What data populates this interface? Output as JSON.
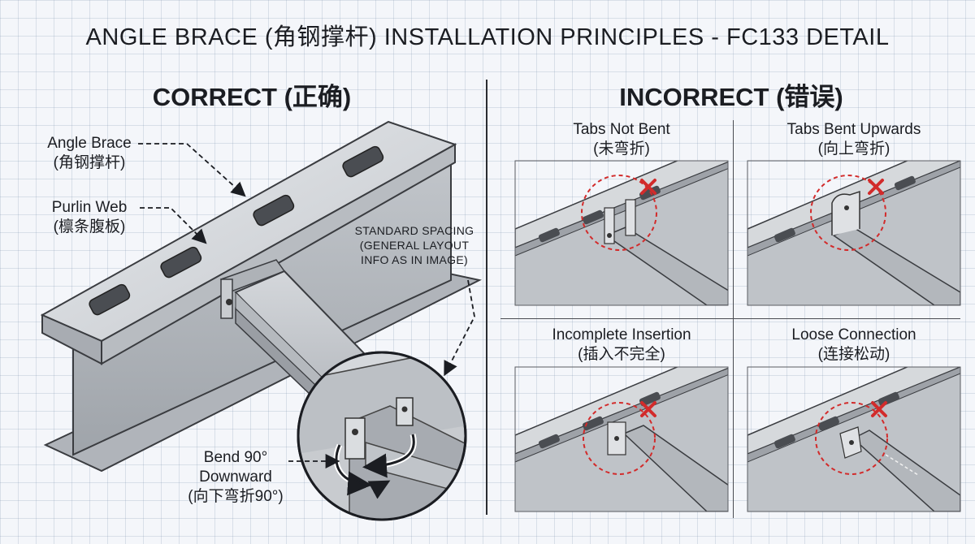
{
  "title": "ANGLE BRACE (角钢撑杆) INSTALLATION PRINCIPLES - FC133 DETAIL",
  "correct": {
    "heading": "CORRECT (正确)",
    "angle_brace": {
      "en": "Angle Brace",
      "zh": "(角钢撑杆)"
    },
    "purlin_web": {
      "en": "Purlin Web",
      "zh": "(檩条腹板)"
    },
    "spacing_note": [
      "STANDARD SPACING",
      "(GENERAL LAYOUT",
      "INFO AS IN IMAGE)"
    ],
    "bend": {
      "line1": "Bend 90°",
      "line2": "Downward",
      "zh": "(向下弯折90°)"
    }
  },
  "incorrect": {
    "heading": "INCORRECT (错误)",
    "cases": [
      {
        "en": "Tabs Not Bent",
        "zh": "(未弯折)"
      },
      {
        "en": "Tabs Bent Upwards",
        "zh": "(向上弯折)"
      },
      {
        "en": "Incomplete Insertion",
        "zh": "(插入不完全)"
      },
      {
        "en": "Loose Connection",
        "zh": "(连接松动)"
      }
    ]
  },
  "colors": {
    "steel_light": "#d7dade",
    "steel_mid": "#b6bac0",
    "steel_dark": "#8c9096",
    "error_red": "#d22b2b",
    "arrow_blue": "#2b4b7a"
  }
}
